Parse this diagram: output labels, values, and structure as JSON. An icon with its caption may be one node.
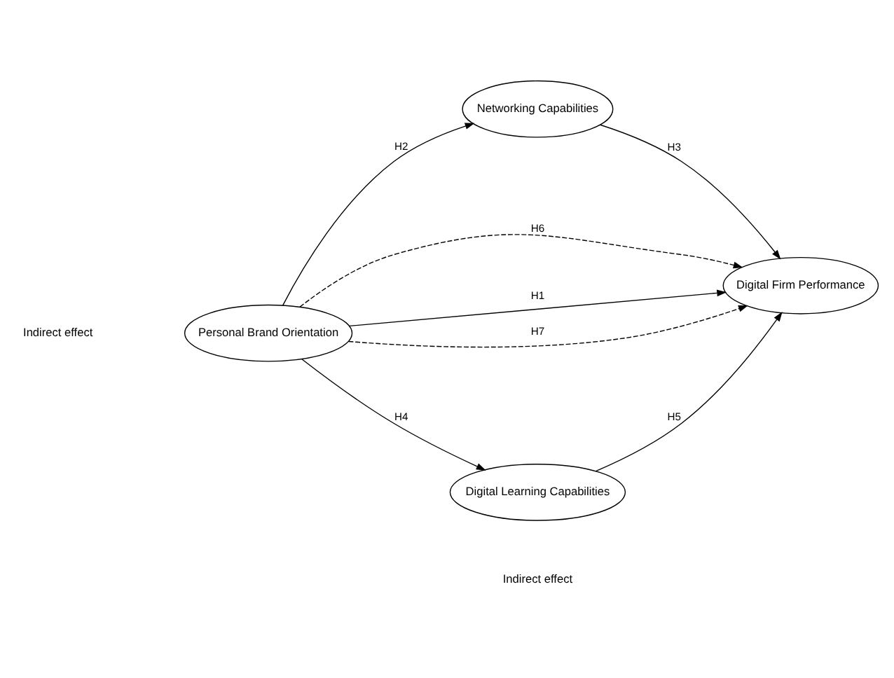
{
  "diagram": {
    "nodes": [
      {
        "text": [
          "Personal Brand Orientation"
        ]
      },
      {
        "text": [
          "Networking Capabilities"
        ]
      },
      {
        "text": [
          "Digital Firm Performance"
        ]
      },
      {
        "text": [
          "Digital Learning Capabilities"
        ]
      }
    ],
    "edges": [
      {
        "from": 0,
        "to": 2,
        "arrow": "to",
        "label": "H6",
        "style": "dashed"
      },
      {
        "from": 0,
        "to": 1,
        "arrow": "to",
        "label": "H2"
      },
      {
        "from": 1,
        "to": 2,
        "arrow": "to",
        "label": "H3"
      },
      {
        "from": 0,
        "to": 2,
        "arrow": "to",
        "label": "H1"
      },
      {
        "from": 0,
        "to": 3,
        "arrow": "to",
        "label": "H4"
      },
      {
        "from": 3,
        "to": 2,
        "arrow": "to",
        "label": "H5"
      },
      {
        "from": 0,
        "to": 2,
        "arrow": "to",
        "label": "H7",
        "style": "dashed"
      }
    ],
    "labels": [
      "Indirect effect",
      "Indirect effect"
    ]
  }
}
